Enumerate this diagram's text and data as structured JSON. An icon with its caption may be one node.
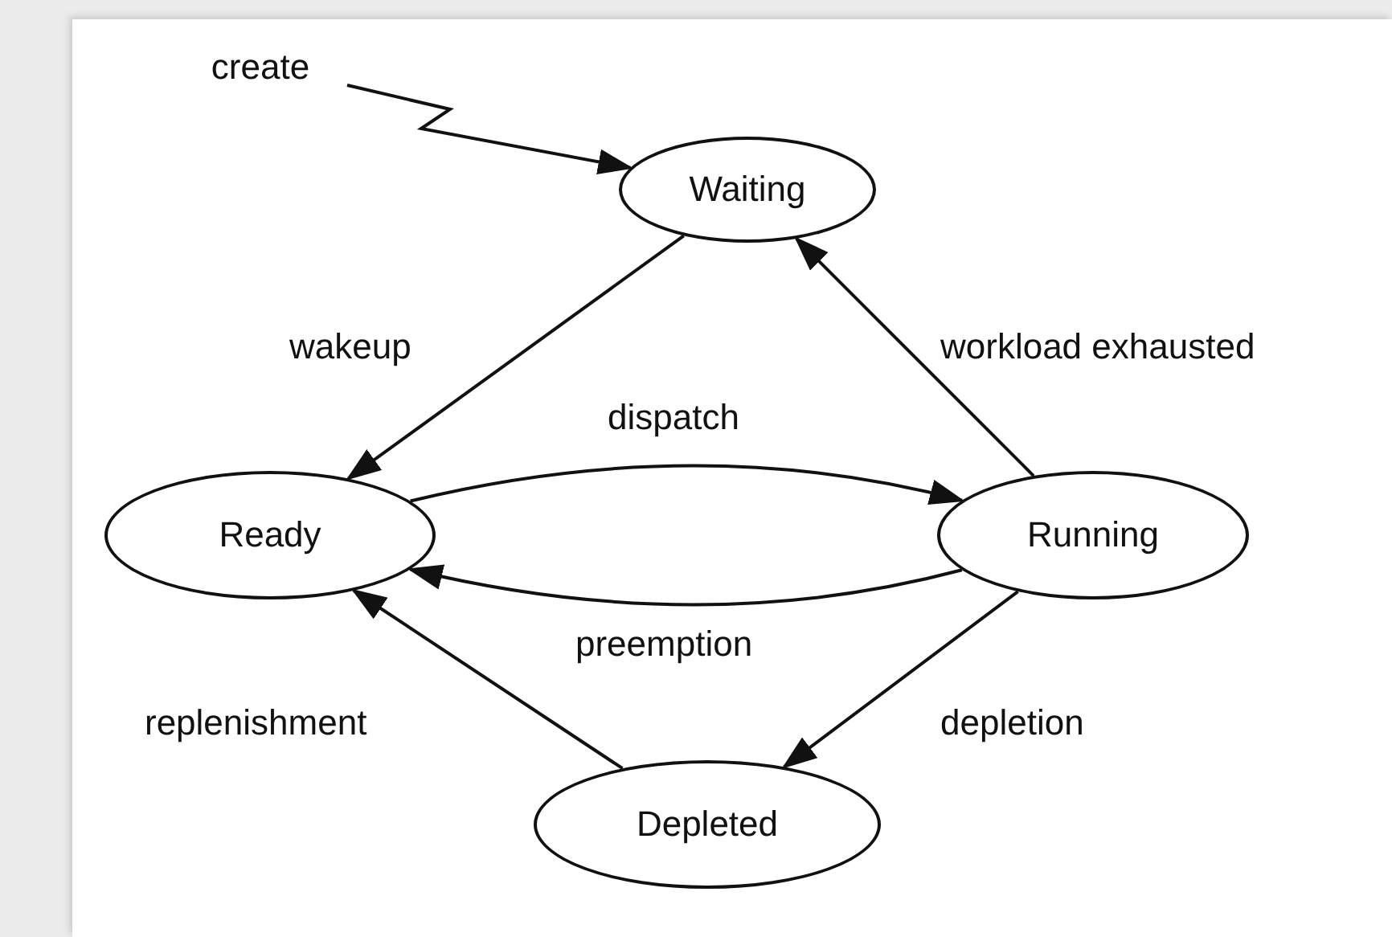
{
  "diagram": {
    "nodes": [
      {
        "text": [
          "Waiting"
        ]
      },
      {
        "text": [
          "Ready"
        ]
      },
      {
        "text": [
          "Running"
        ]
      },
      {
        "text": [
          "Depleted"
        ]
      },
      {
        "text": [
          "create"
        ]
      }
    ],
    "edges": [
      {
        "from": 4,
        "to": 0,
        "arrow": "to"
      },
      {
        "from": 0,
        "to": 1,
        "arrow": "to",
        "label": "wakeup"
      },
      {
        "from": 1,
        "to": 2,
        "arrow": "to",
        "label": "dispatch"
      },
      {
        "from": 2,
        "to": 1,
        "arrow": "to",
        "label": "preemption"
      },
      {
        "from": 2,
        "to": 0,
        "arrow": "to",
        "label": "workload exhausted"
      },
      {
        "from": 2,
        "to": 3,
        "arrow": "to",
        "label": "depletion"
      },
      {
        "from": 3,
        "to": 1,
        "arrow": "to",
        "label": "replenishment"
      }
    ]
  }
}
